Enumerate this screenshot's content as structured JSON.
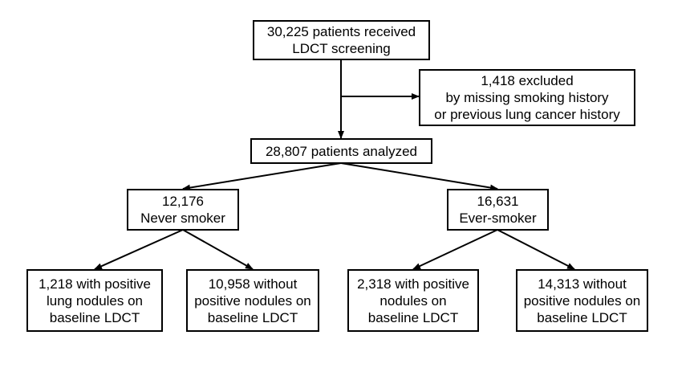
{
  "nodes": {
    "screened": {
      "lines": [
        "30,225 patients received",
        "LDCT screening"
      ]
    },
    "excluded": {
      "lines": [
        "1,418 excluded",
        "by missing smoking history",
        "or previous lung cancer history"
      ]
    },
    "analyzed": {
      "lines": [
        "28,807 patients analyzed"
      ]
    },
    "never_smoker": {
      "lines": [
        "12,176",
        "Never smoker"
      ]
    },
    "ever_smoker": {
      "lines": [
        "16,631",
        "Ever-smoker"
      ]
    },
    "never_pos": {
      "lines": [
        "1,218 with positive",
        "lung nodules on",
        "baseline LDCT"
      ]
    },
    "never_neg": {
      "lines": [
        "10,958 without",
        "positive nodules on",
        "baseline LDCT"
      ]
    },
    "ever_pos": {
      "lines": [
        "2,318 with positive",
        "nodules on",
        "baseline LDCT"
      ]
    },
    "ever_neg": {
      "lines": [
        "14,313 without",
        "positive nodules on",
        "baseline LDCT"
      ]
    }
  },
  "edges": [
    {
      "from": "screened",
      "to": "analyzed"
    },
    {
      "from": "screened",
      "to": "excluded"
    },
    {
      "from": "analyzed",
      "to": "never_smoker"
    },
    {
      "from": "analyzed",
      "to": "ever_smoker"
    },
    {
      "from": "never_smoker",
      "to": "never_pos"
    },
    {
      "from": "never_smoker",
      "to": "never_neg"
    },
    {
      "from": "ever_smoker",
      "to": "ever_pos"
    },
    {
      "from": "ever_smoker",
      "to": "ever_neg"
    }
  ]
}
